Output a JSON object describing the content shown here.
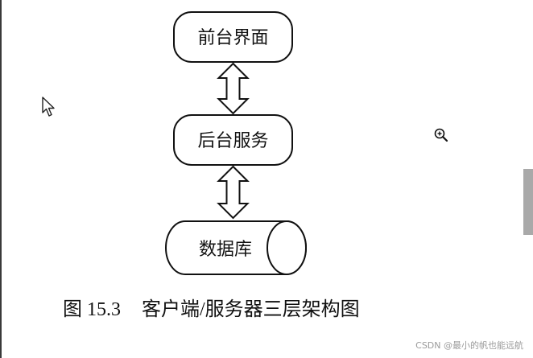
{
  "diagram": {
    "nodes": [
      {
        "id": "frontend",
        "label": "前台界面",
        "shape": "rounded-rect"
      },
      {
        "id": "backend",
        "label": "后台服务",
        "shape": "rounded-rect"
      },
      {
        "id": "database",
        "label": "数据库",
        "shape": "cylinder"
      }
    ],
    "edges": [
      {
        "from": "frontend",
        "to": "backend",
        "type": "double-arrow"
      },
      {
        "from": "backend",
        "to": "database",
        "type": "double-arrow"
      }
    ]
  },
  "caption": {
    "number": "图 15.3",
    "text": "客户端/服务器三层架构图"
  },
  "watermark": "CSDN @最小的帆也能远航",
  "icons": {
    "cursor": "mouse-pointer-icon",
    "zoom": "zoom-in-icon"
  }
}
